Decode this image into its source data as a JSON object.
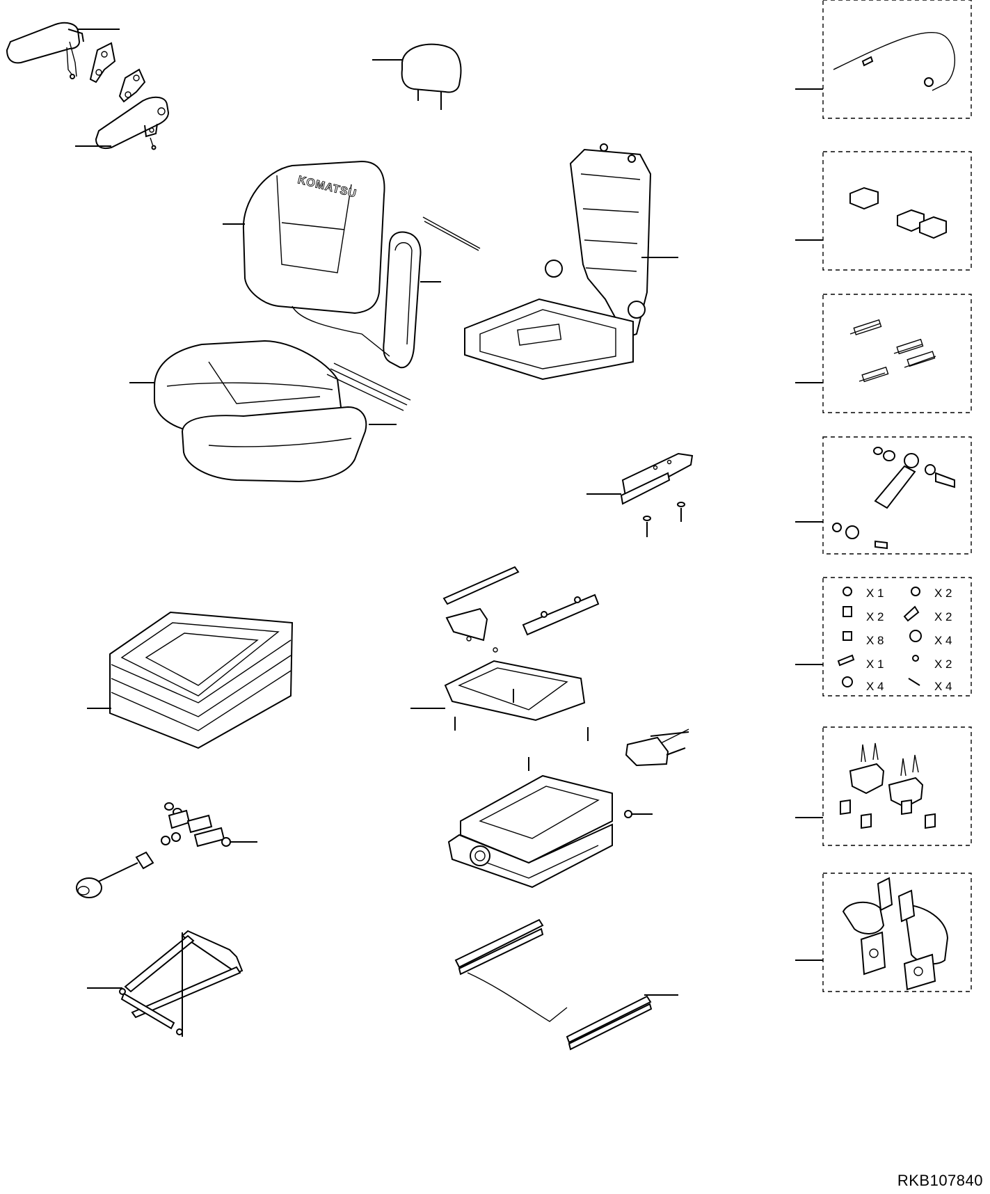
{
  "drawing_code": "RKB107840",
  "brand_mark": "KOMATSU",
  "hardware_kit": {
    "quantities": [
      "X 1",
      "X 2",
      "X 2",
      "X 2",
      "X 8",
      "X 4",
      "X 1",
      "X 2",
      "X 4",
      "X 4"
    ]
  }
}
